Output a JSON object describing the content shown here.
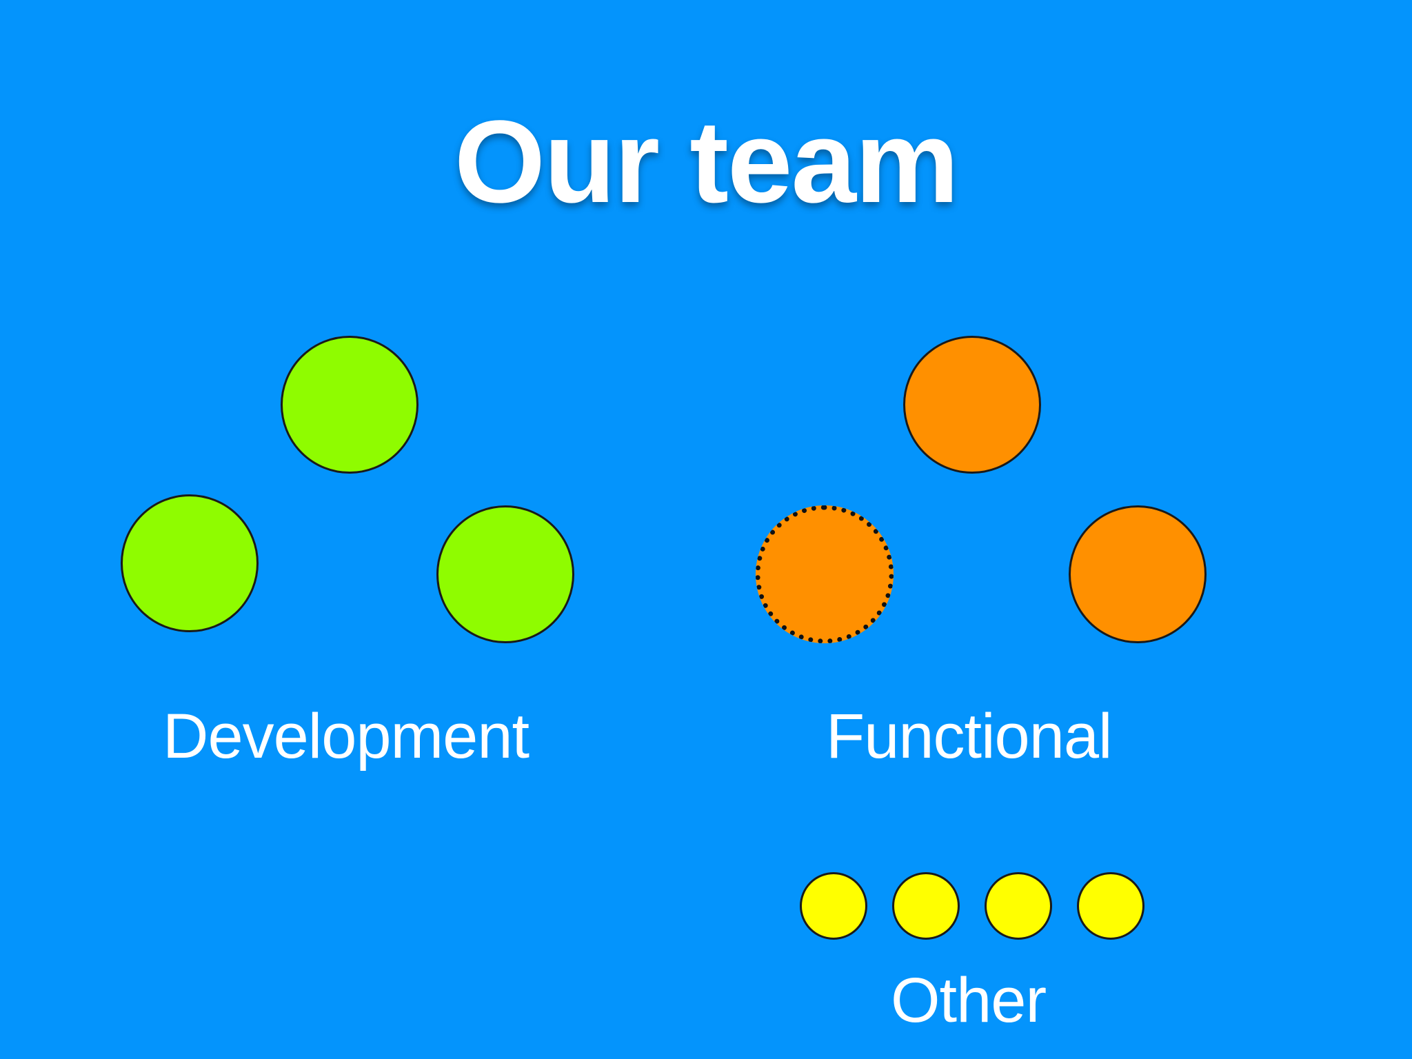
{
  "slide": {
    "title": "Our team",
    "background_color": "#0494fc"
  },
  "groups": {
    "development": {
      "label": "Development",
      "color": "#8ffc00",
      "member_count": 3
    },
    "functional": {
      "label": "Functional",
      "color": "#ff9000",
      "member_count": 3,
      "dotted_outline_members": 1
    },
    "other": {
      "label": "Other",
      "color": "#ffff00",
      "member_count": 4
    }
  }
}
